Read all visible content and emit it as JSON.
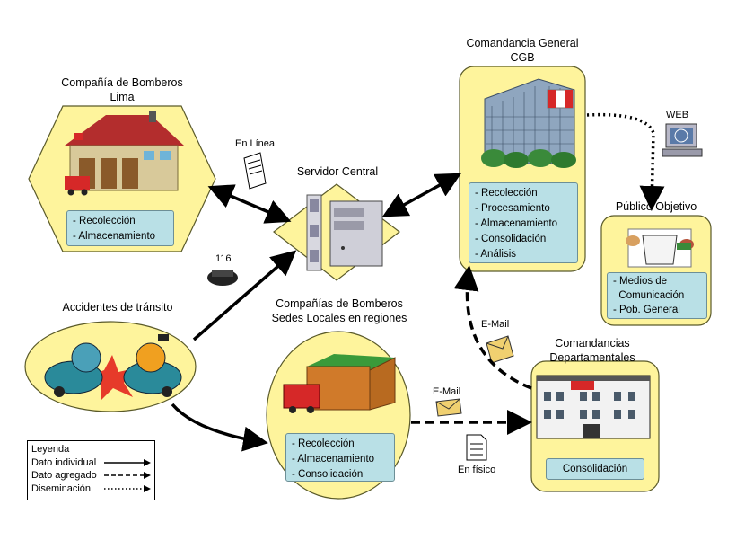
{
  "nodes": {
    "lima": {
      "title_line1": "Compañía de Bomberos",
      "title_line2": "Lima",
      "items": [
        "- Recolección",
        "- Almacenamiento"
      ]
    },
    "servidor": {
      "title": "Servidor Central"
    },
    "cgb": {
      "title_line1": "Comandancia General",
      "title_line2": "CGB",
      "items": [
        "- Recolección",
        "- Procesamiento",
        "- Almacenamiento",
        "- Consolidación",
        "- Análisis"
      ]
    },
    "publico": {
      "title": "Público Objetivo",
      "items": [
        "- Medios de",
        "  Comunicación",
        "- Pob. General"
      ]
    },
    "accidentes": {
      "title": "Accidentes de tránsito"
    },
    "regiones": {
      "title_line1": "Compañías de Bomberos",
      "title_line2": "Sedes Locales en regiones",
      "items": [
        "- Recolección",
        "- Almacenamiento",
        "- Consolidación"
      ]
    },
    "departamentales": {
      "title_line1": "Comandancias",
      "title_line2": "Departamentales",
      "items": [
        "Consolidación"
      ]
    }
  },
  "connectors": {
    "en_linea": "En Línea",
    "phone": "116",
    "web": "WEB",
    "email_up": "E-Mail",
    "email_right": "E-Mail",
    "en_fisico": "En físico"
  },
  "legend": {
    "title": "Leyenda",
    "rows": [
      "Dato individual",
      "Dato agregado",
      "Diseminación"
    ]
  },
  "colors": {
    "shape_fill": "#fef49c",
    "shape_stroke": "#5a5a2a",
    "box_fill": "#b9e0e6",
    "arrow": "#000000"
  }
}
